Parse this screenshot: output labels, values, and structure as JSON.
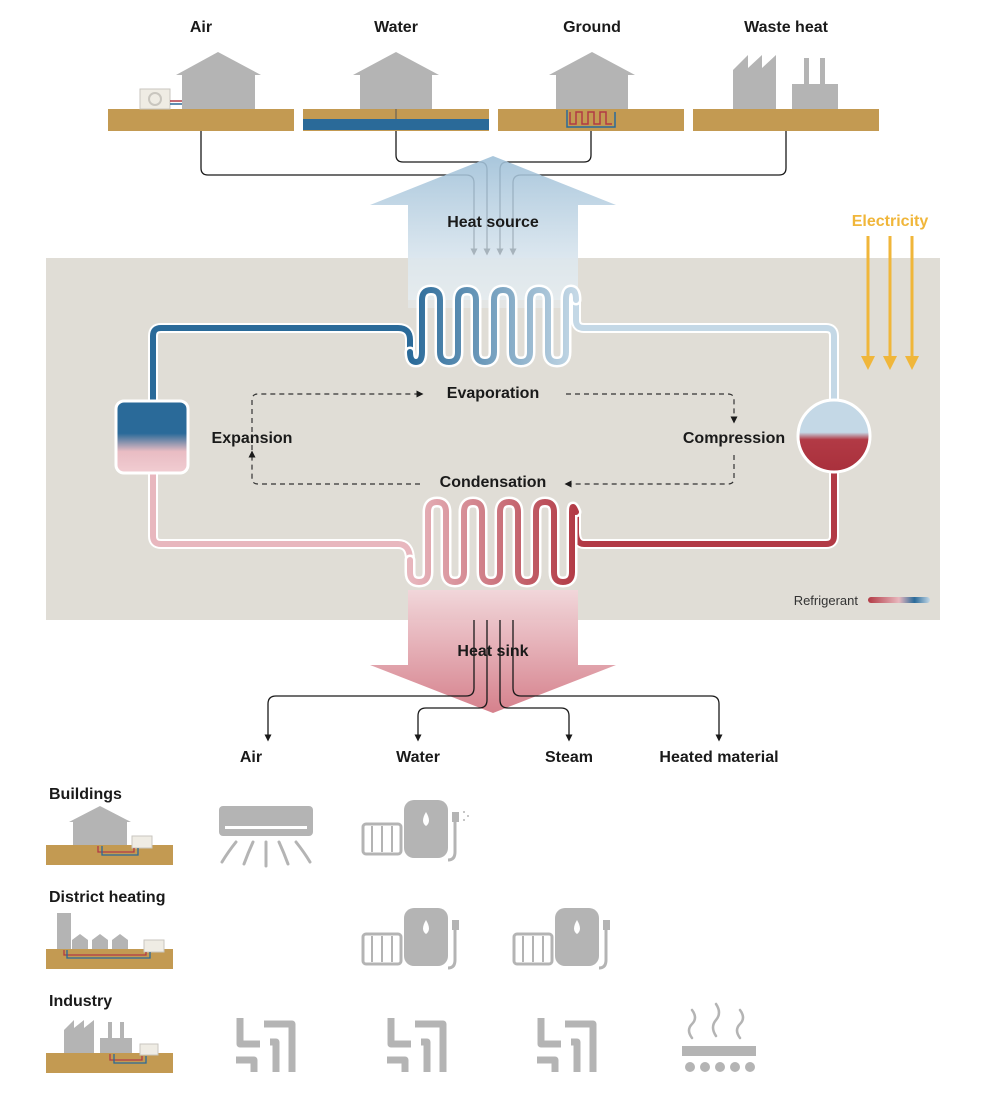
{
  "colors": {
    "refrigerant_cold": "#2a6a99",
    "refrigerant_hot": "#b23a45",
    "electricity": "#f0b63a",
    "ground": "#c39a52",
    "panel": "#e0ddd6",
    "icon_gray": "#b4b4b4"
  },
  "sources": {
    "air": "Air",
    "water": "Water",
    "ground": "Ground",
    "waste_heat": "Waste heat"
  },
  "heat_source_label": "Heat source",
  "electricity_label": "Electricity",
  "cycle": {
    "evaporation": "Evaporation",
    "compression": "Compression",
    "condensation": "Condensation",
    "expansion": "Expansion"
  },
  "legend": {
    "refrigerant": "Refrigerant"
  },
  "heat_sink_label": "Heat sink",
  "outputs": {
    "air": "Air",
    "water": "Water",
    "steam": "Steam",
    "heated_material": "Heated material"
  },
  "applications": {
    "buildings": "Buildings",
    "district_heating": "District heating",
    "industry": "Industry"
  }
}
